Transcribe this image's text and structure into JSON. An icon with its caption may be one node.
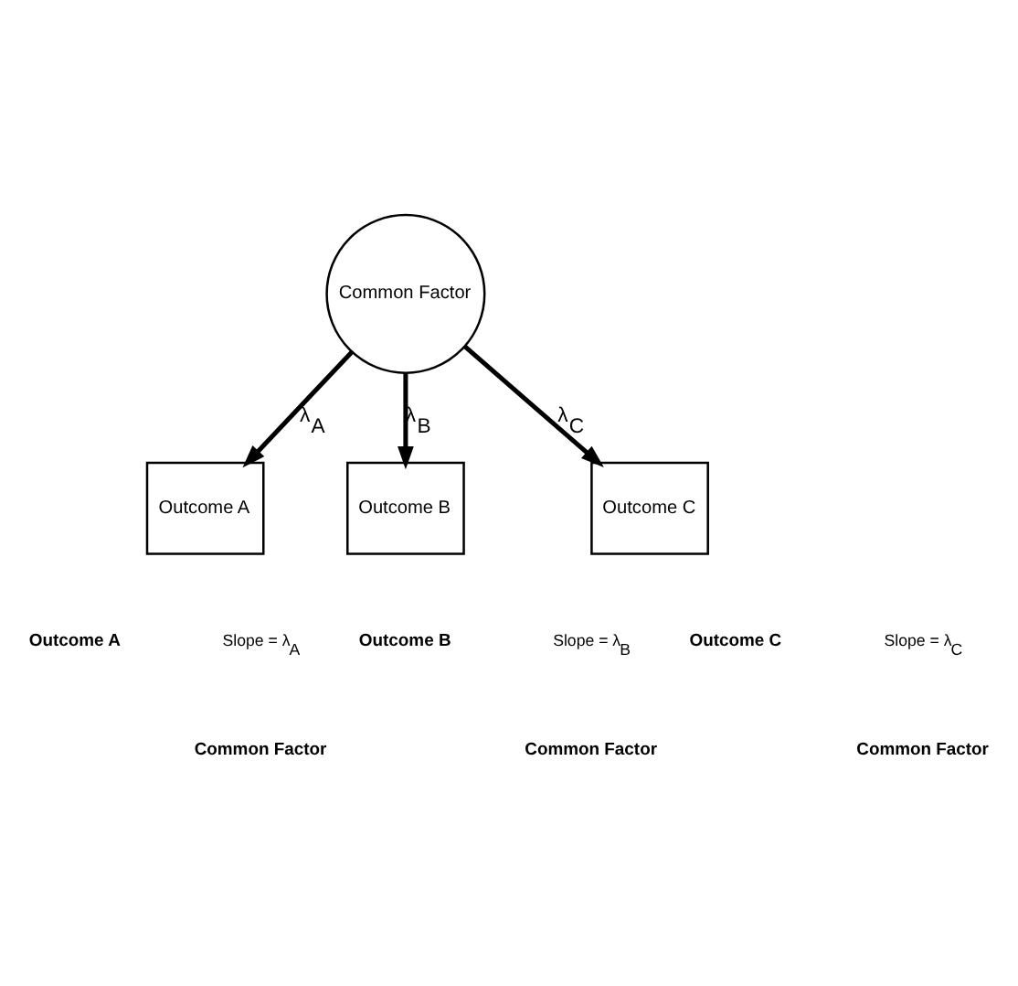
{
  "diagram": {
    "nodes": [
      {
        "text": [
          "Common Factor"
        ]
      },
      {
        "text": [
          "Outcome A"
        ]
      },
      {
        "text": [
          "Outcome B"
        ]
      },
      {
        "text": [
          "Outcome C"
        ]
      }
    ],
    "edges": [
      {
        "from": 0,
        "to": 1,
        "arrow": "to",
        "label": "λ$_{A}$"
      },
      {
        "from": 0,
        "to": 2,
        "arrow": "to",
        "label": "λ$_{B}$"
      },
      {
        "from": 0,
        "to": 3,
        "arrow": "to",
        "label": "λ$_{C}$"
      }
    ],
    "labels": [
      "Outcome A",
      "Slope = λ$_{A}$",
      "Common Factor",
      "Outcome B",
      "Slope = λ$_{B}$",
      "Common Factor",
      "Outcome C",
      "Slope = λ$_{C}$",
      "Common Factor"
    ]
  }
}
